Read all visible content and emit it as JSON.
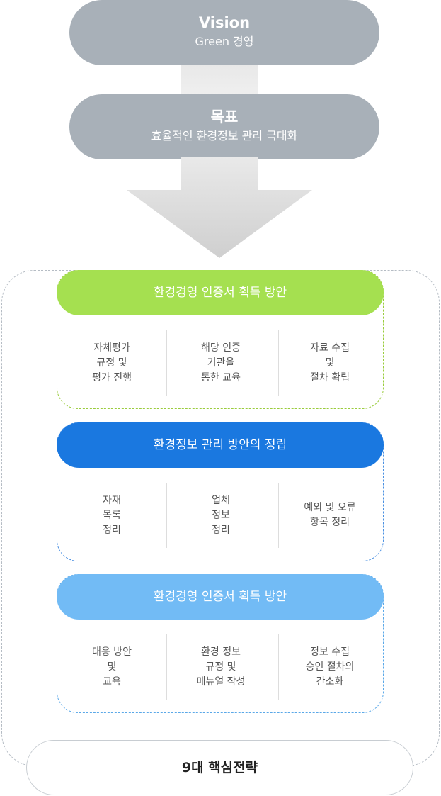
{
  "vision": {
    "title": "Vision",
    "subtitle": "Green 경영"
  },
  "goal": {
    "title": "목표",
    "subtitle": "효율적인 환경정보 관리 극대화"
  },
  "sections": [
    {
      "title": "환경경영 인증서 획득 방안",
      "color": "#a5e050",
      "border_color": "#9acc3c",
      "items": [
        "자체평가\n규정 및\n평가 진행",
        "해당 인증\n기관을\n통한 교육",
        "자료 수집\n및\n절차 확립"
      ]
    },
    {
      "title": "환경정보 관리 방안의 정립",
      "color": "#1a78e0",
      "border_color": "#4a90e2",
      "items": [
        "자재\n목록\n정리",
        "업체\n정보\n정리",
        "예외 및 오류\n항목 정리"
      ]
    },
    {
      "title": "환경경영 인증서 획득 방안",
      "color": "#72bbf5",
      "border_color": "#5aa8e8",
      "items": [
        "대응 방안\n및\n교육",
        "환경 정보\n규정 및\n메뉴얼 작성",
        "정보 수집\n승인 절차의\n간소화"
      ]
    }
  ],
  "footer": {
    "label": "9대 핵심전략"
  },
  "colors": {
    "pill_gray": "#a8b0b8",
    "arrow": "#d8d8d8"
  }
}
